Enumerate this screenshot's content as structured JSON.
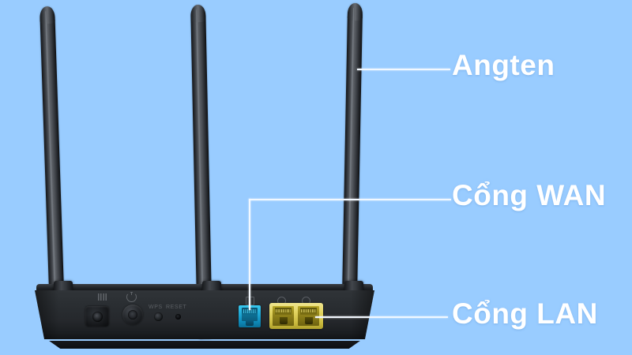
{
  "scene": {
    "subject": "wireless router rear view",
    "background_color": "#99ccff",
    "body_color": "#26292d",
    "callout_text_color": "#ffffff",
    "leader_line_color": "#f2f8ff"
  },
  "callouts": [
    {
      "id": "antenna",
      "label": "Angten",
      "points_to": "antenna-3"
    },
    {
      "id": "wan",
      "label": "Cổng WAN",
      "points_to": "wan-port",
      "port_color": "#1fa9d6"
    },
    {
      "id": "lan",
      "label": "Cổng LAN",
      "points_to": "lan-ports",
      "port_color": "#e2d461"
    }
  ],
  "router": {
    "antennas": [
      {
        "id": "antenna-1",
        "position": "left"
      },
      {
        "id": "antenna-2",
        "position": "center"
      },
      {
        "id": "antenna-3",
        "position": "right"
      }
    ],
    "rear_panel": {
      "vent_icon": "vent-icon",
      "power_icon": "power-icon",
      "dc_jack": "dc-power-jack",
      "power_button": "power-button",
      "wps_label": "WPS",
      "reset_label": "RESET",
      "wps_button": "wps-button",
      "reset_hole": "reset-pinhole",
      "wan_port_count": 1,
      "lan_port_count": 2
    }
  }
}
